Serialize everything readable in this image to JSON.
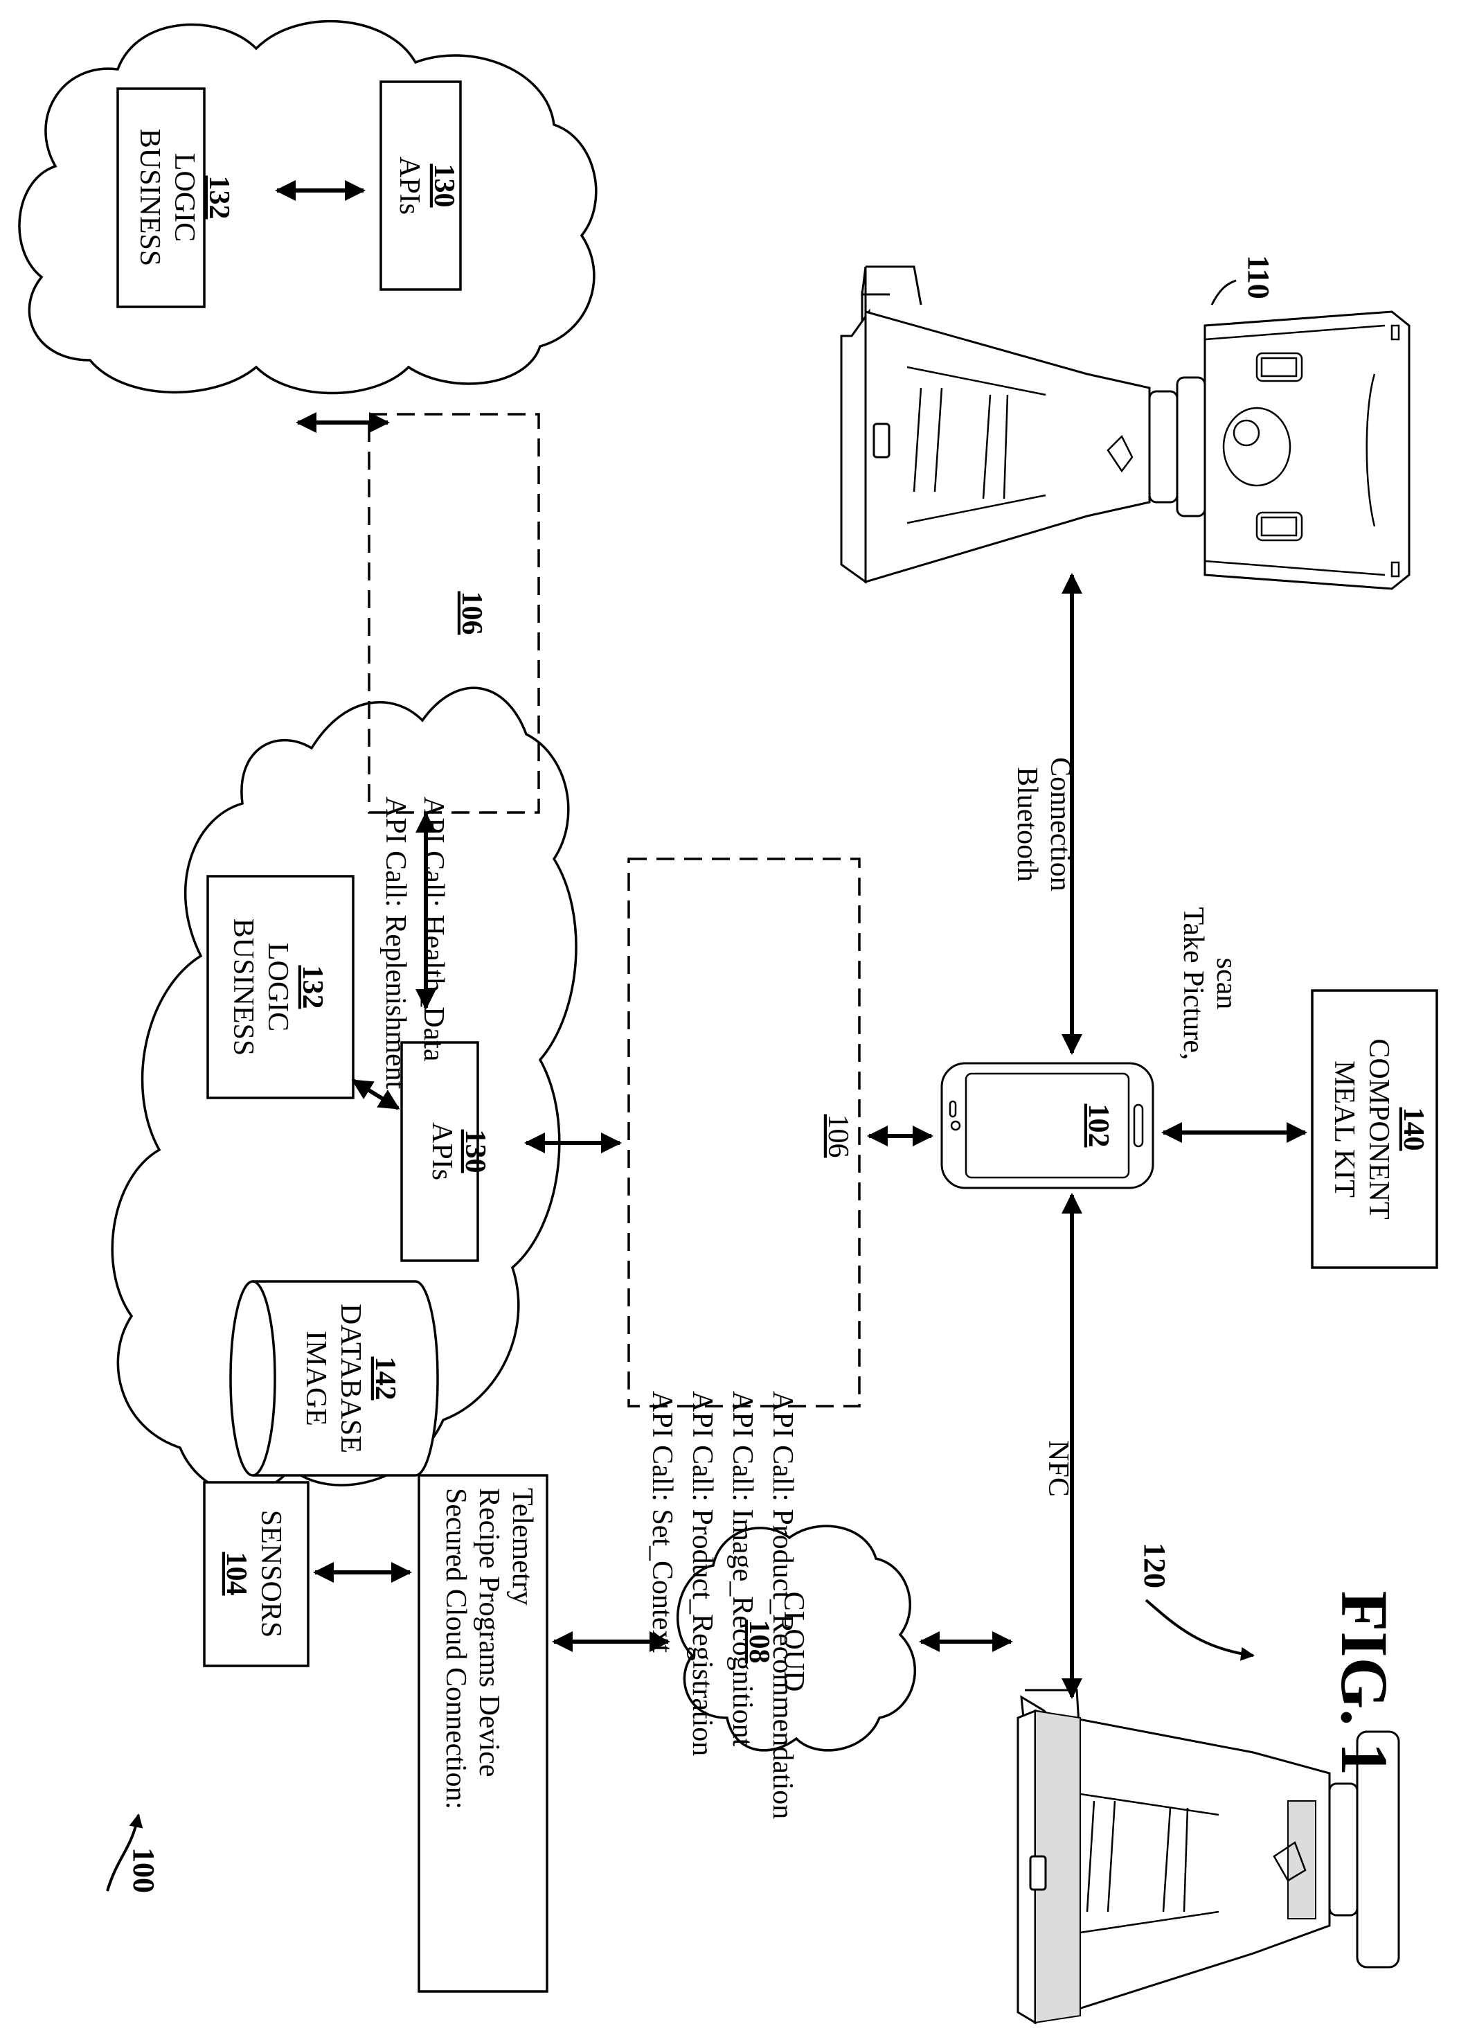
{
  "figure": {
    "title": "FIG. 1",
    "system_ref": "100",
    "nodes": {
      "sensors": {
        "label": "SENSORS",
        "ref": "104"
      },
      "secured_connection": {
        "line1": "Secured Cloud Connection:",
        "line2": "Recipe Programs Device",
        "line3": "Telemetry"
      },
      "cloud_small": {
        "label": "CLOUD",
        "ref": "108"
      },
      "blender_left_ref": "120",
      "blender_right_ref": "110",
      "mobile_device": {
        "ref": "102"
      },
      "image_db": {
        "line1": "IMAGE",
        "line2": "DATABASE",
        "ref": "142"
      },
      "apis_mid": {
        "label": "APIs",
        "ref": "130"
      },
      "business_logic_mid": {
        "line1": "BUSINESS",
        "line2": "LOGIC",
        "ref": "132"
      },
      "api_calls_mid": {
        "lines": [
          "API Call: Set_Context",
          "API Call: Product_Registration",
          "API Call: Image_Recognitiont",
          "API Call: Product_Recommendation"
        ],
        "ref": "106"
      },
      "api_calls_top": {
        "lines": [
          "API Call: Replenishment",
          "API Call: Health_Data"
        ],
        "ref": "106"
      },
      "business_logic_top": {
        "line1": "BUSINESS",
        "line2": "LOGIC",
        "ref": "132"
      },
      "apis_top": {
        "label": "APIs",
        "ref": "130"
      },
      "meal_kit": {
        "line1": "MEAL KIT",
        "line2": "COMPONENT",
        "ref": "140"
      }
    },
    "connections": {
      "nfc": "NFC",
      "bluetooth_line1": "Bluetooth",
      "bluetooth_line2": "Connection",
      "take_picture_line1": "Take Picture,",
      "take_picture_line2": "scan"
    }
  }
}
